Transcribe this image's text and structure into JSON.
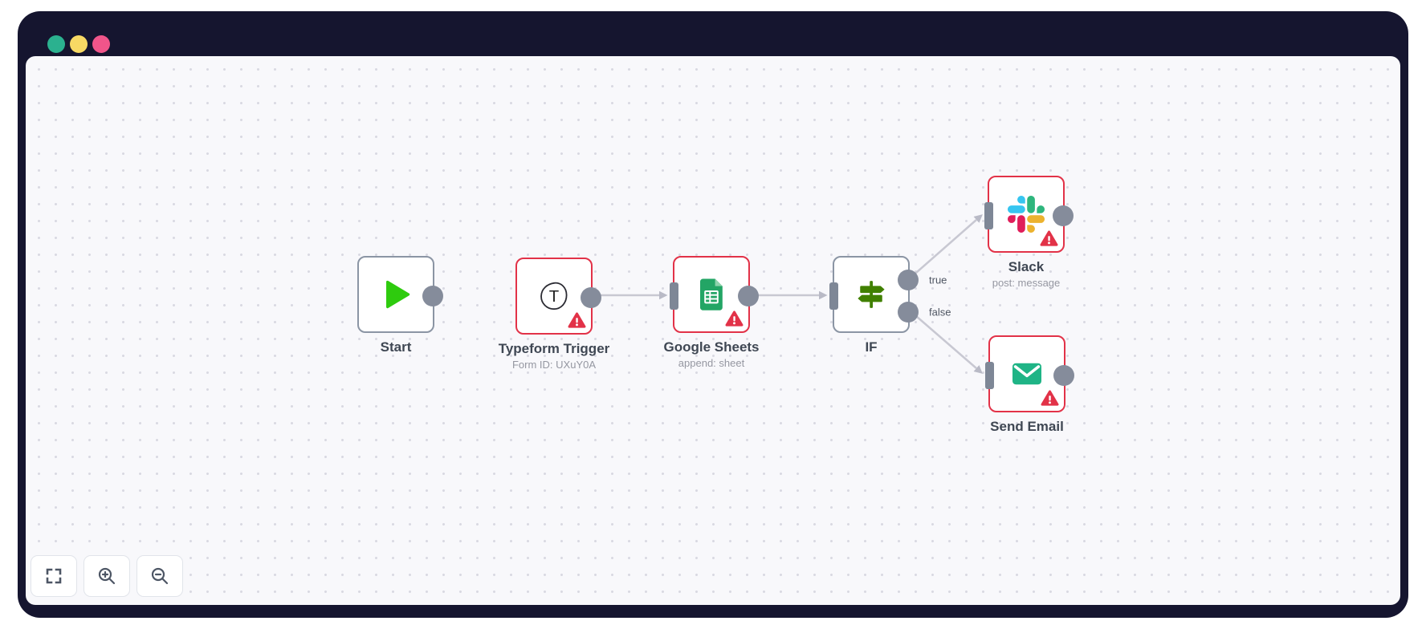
{
  "window": {
    "traffic_lights": [
      {
        "name": "green-dot",
        "color": "#2bb18f"
      },
      {
        "name": "yellow-dot",
        "color": "#f7d964"
      },
      {
        "name": "pink-dot",
        "color": "#f0558a"
      }
    ]
  },
  "canvas": {
    "nodes": [
      {
        "id": "start",
        "label": "Start",
        "subtitle": "",
        "icon": "play-icon",
        "state": "normal"
      },
      {
        "id": "typeform-trigger",
        "label": "Typeform Trigger",
        "subtitle": "Form ID: UXuY0A",
        "icon": "typeform-icon",
        "state": "error"
      },
      {
        "id": "google-sheets",
        "label": "Google Sheets",
        "subtitle": "append: sheet",
        "icon": "google-sheets-icon",
        "state": "error"
      },
      {
        "id": "if",
        "label": "IF",
        "subtitle": "",
        "icon": "signpost-icon",
        "state": "normal",
        "outputs": [
          "true",
          "false"
        ]
      },
      {
        "id": "slack",
        "label": "Slack",
        "subtitle": "post: message",
        "icon": "slack-icon",
        "state": "error"
      },
      {
        "id": "send-email",
        "label": "Send Email",
        "subtitle": "",
        "icon": "email-icon",
        "state": "error"
      }
    ],
    "connections": [
      {
        "from": "typeform-trigger",
        "to": "google-sheets"
      },
      {
        "from": "google-sheets",
        "to": "if"
      },
      {
        "from": "if",
        "branch": "true",
        "to": "slack"
      },
      {
        "from": "if",
        "branch": "false",
        "to": "send-email"
      }
    ],
    "controls": [
      {
        "name": "fit-view",
        "icon": "fit-view-icon"
      },
      {
        "name": "zoom-in",
        "icon": "zoom-in-icon"
      },
      {
        "name": "zoom-out",
        "icon": "zoom-out-icon"
      }
    ]
  },
  "colors": {
    "window_bg": "#15152f",
    "canvas_bg": "#f8f8fb",
    "node_border": "#8b95a4",
    "error_border": "#e23248",
    "edge": "#c8c8d2",
    "port": "#7e8796",
    "play_green": "#2ecb0e",
    "sheets_green": "#23a565",
    "if_green": "#408000",
    "email_teal": "#1fb486",
    "slack_blue": "#36C5F0",
    "slack_green": "#2EB67D",
    "slack_yellow": "#ECB22E",
    "slack_pink": "#E01E5A"
  }
}
